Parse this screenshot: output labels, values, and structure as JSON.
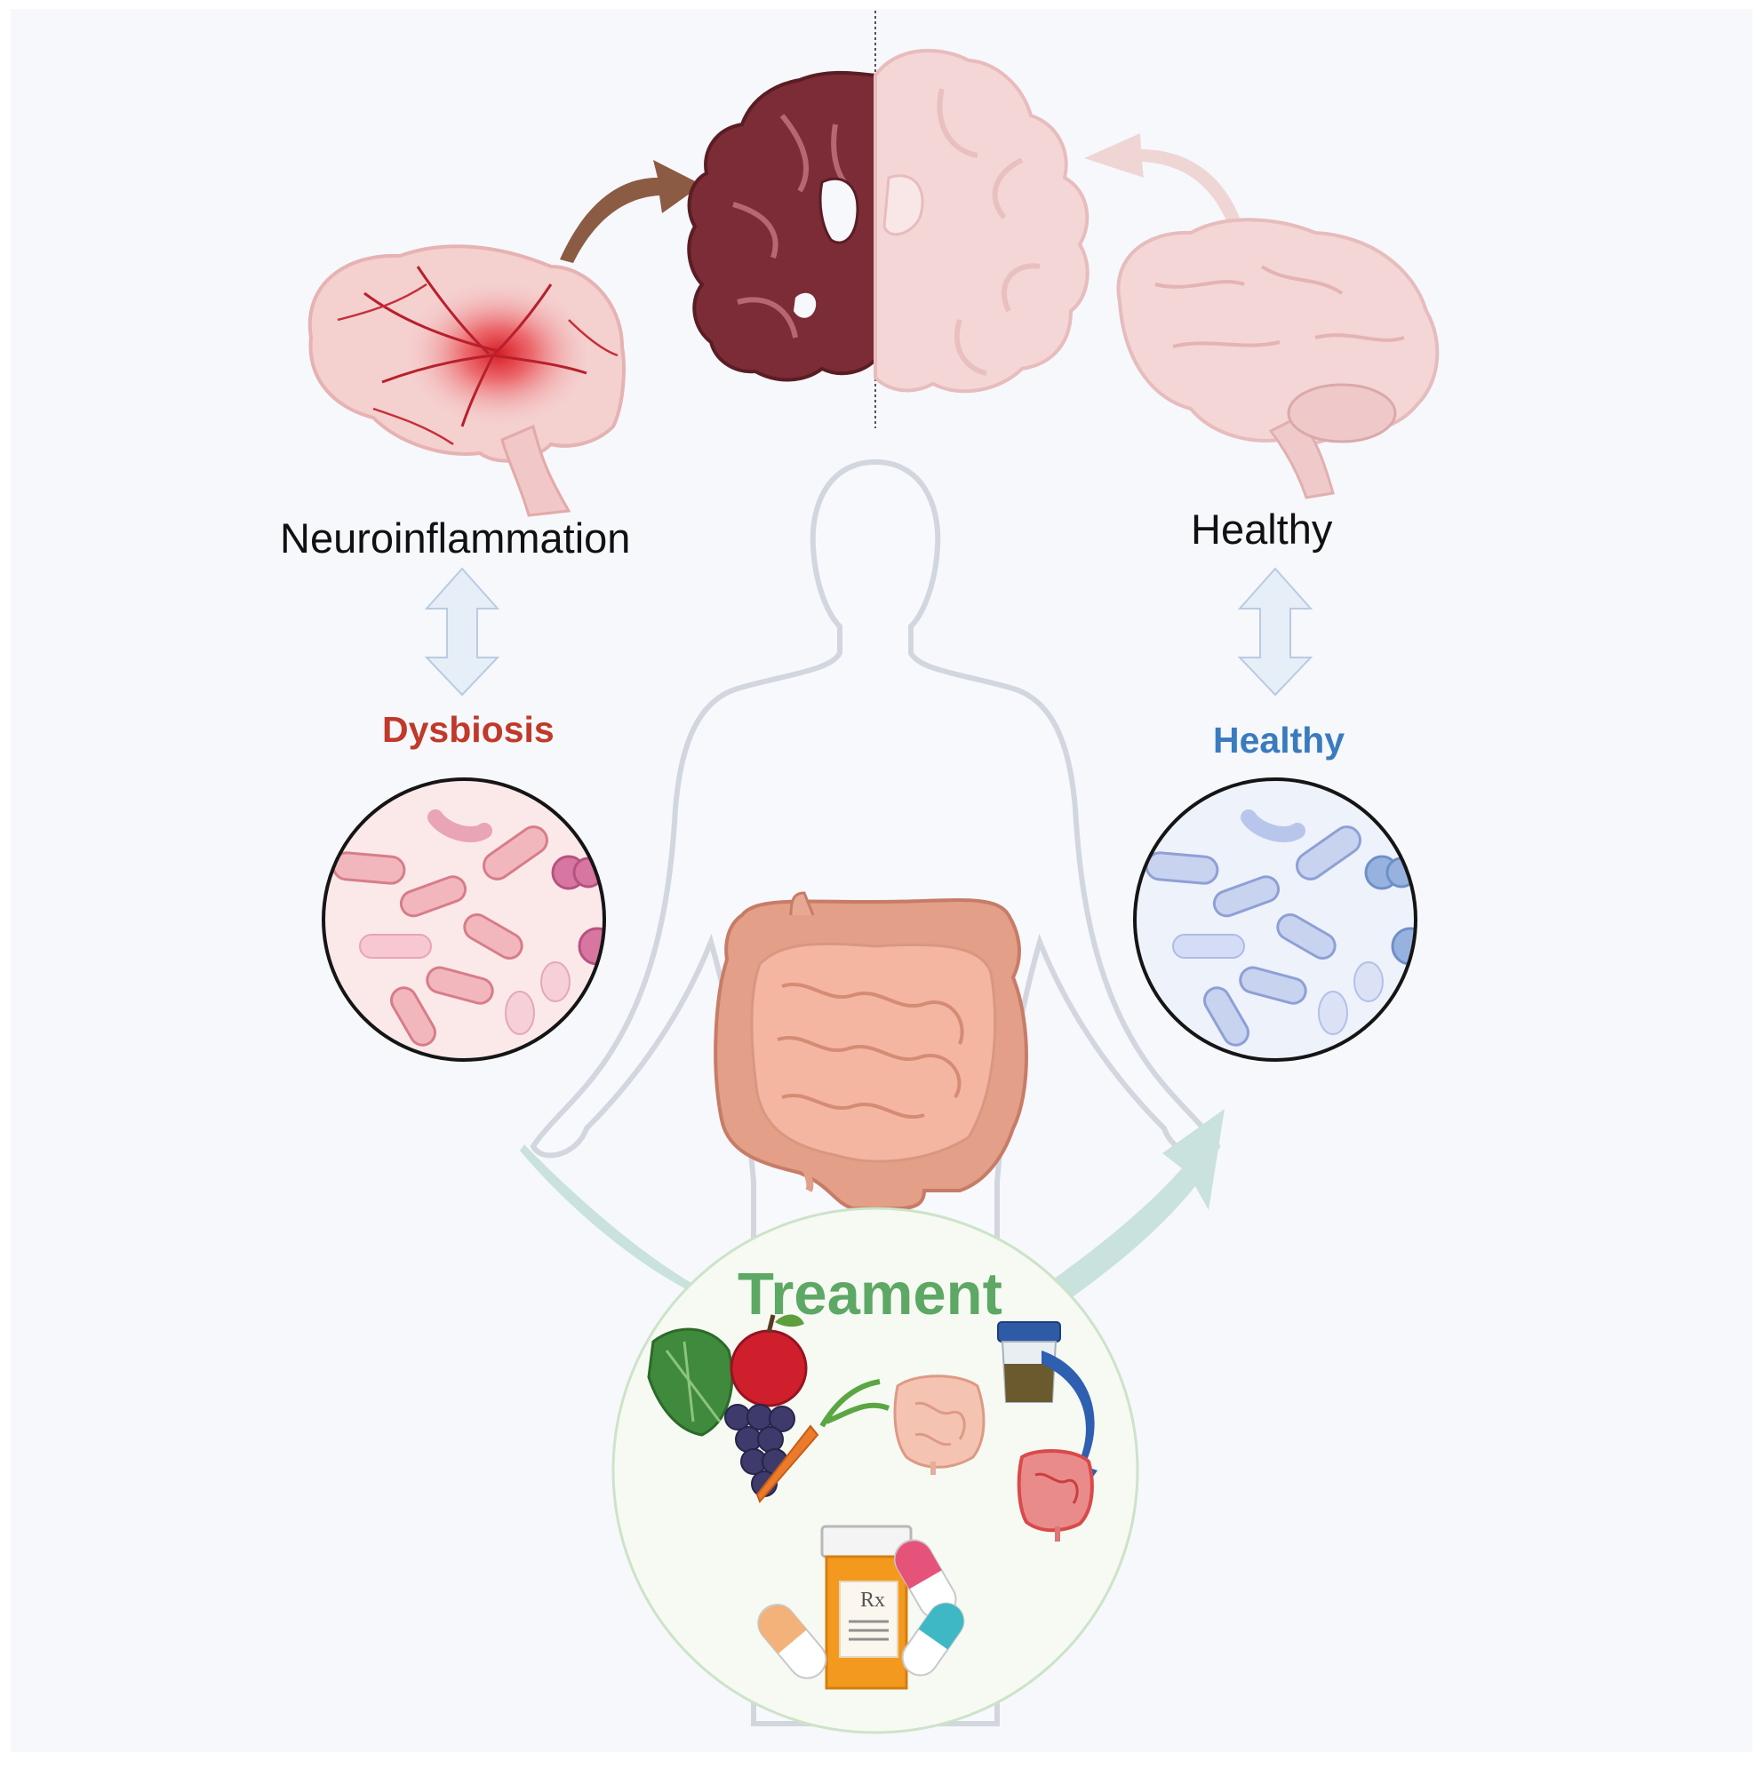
{
  "labels": {
    "neuroinflammation": "Neuroinflammation",
    "healthy_brain": "Healthy",
    "dysbiosis": "Dysbiosis",
    "healthy_gut": "Healthy",
    "treatment": "Treament",
    "rx": "Rx"
  },
  "colors": {
    "background": "#f6f8fc",
    "dysbiosis_text": "#c0392b",
    "healthy_gut_text": "#3a7bbf",
    "treatment_text": "#5ea865",
    "inflamed_brain": "#7a2e35",
    "healthy_brain": "#f3d2d3",
    "intestine": "#e8a48e",
    "arrow_bi": "#e6eef8",
    "treatment_arrow": "#c9e2dd"
  },
  "icons": {
    "inflamed_brain": "brain-icon",
    "healthy_brain": "brain-icon",
    "split_brain": "brain-section-icon",
    "body": "human-silhouette-icon",
    "gut": "intestine-icon",
    "bacteria": "bacteria-icon",
    "food": "vegetables-fruit-icon",
    "fecal_transplant": "stool-sample-icon",
    "medication": "pill-bottle-icon"
  }
}
